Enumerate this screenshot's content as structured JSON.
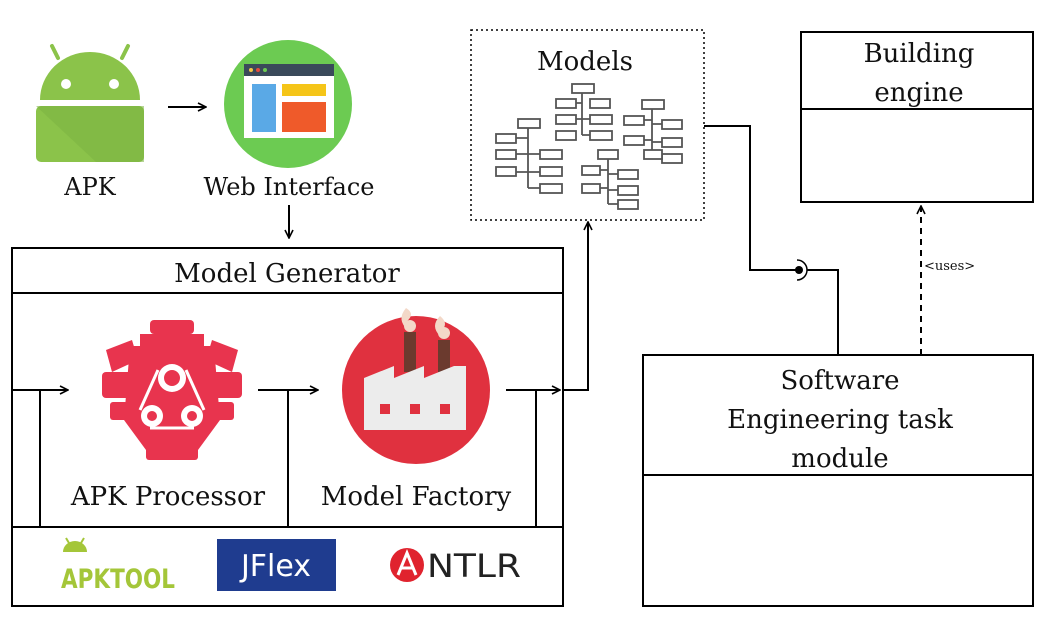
{
  "nodes": {
    "apk": {
      "label": "APK"
    },
    "web_interface": {
      "label": "Web Interface"
    },
    "models": {
      "label": "Models"
    },
    "building_engine": {
      "line1": "Building",
      "line2": "engine"
    },
    "model_generator": {
      "label": "Model Generator"
    },
    "apk_processor": {
      "label": "APK Processor"
    },
    "model_factory": {
      "label": "Model Factory"
    },
    "se_task_module": {
      "line1": "Software",
      "line2": "Engineering task",
      "line3": "module"
    }
  },
  "edges": {
    "uses_label": "<uses>"
  },
  "tools": {
    "apktool": "APKTOOL",
    "jflex": "JFlex",
    "antlr": "NTLR"
  },
  "colors": {
    "android_green": "#8BC34A",
    "web_circle": "#6CCB52",
    "engine_red": "#E8344E",
    "factory_red": "#E0313F",
    "jflex_blue": "#1F3C8F",
    "apktool_green": "#A4C639",
    "antlr_red": "#E0232E"
  },
  "icons": {
    "apk": "android-icon",
    "web_interface": "browser-window-icon",
    "models": "tree-diagram-icon",
    "apk_processor": "engine-icon",
    "model_factory": "factory-icon"
  }
}
